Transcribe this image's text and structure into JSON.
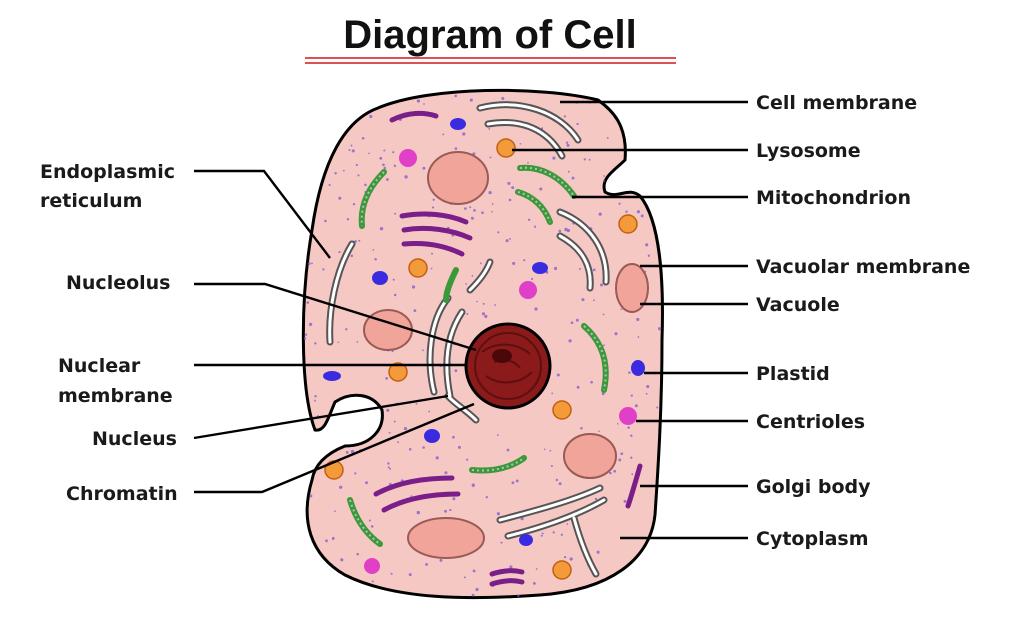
{
  "title": "Diagram of Cell",
  "colors": {
    "cytoplasm": "#f6c8c4",
    "nucleus": "#8b1a1a",
    "nucleus_dark": "#5e0f0f",
    "mitochondrion": "#3a9a3a",
    "golgi": "#7a1f8a",
    "plastid": "#3b2be0",
    "lysosome": "#f39a3a",
    "vacuole": "#f0a49a",
    "centriole": "#e040c8",
    "title_underline": "#e05050"
  },
  "labels": {
    "endoplasmic_reticulum": [
      "Endoplasmic",
      "reticulum"
    ],
    "nucleolus": "Nucleolus",
    "nuclear_membrane": [
      "Nuclear",
      "membrane"
    ],
    "nucleus": "Nucleus",
    "chromatin": "Chromatin",
    "cell_membrane": "Cell membrane",
    "lysosome": "Lysosome",
    "mitochondrion": "Mitochondrion",
    "vacuolar_membrane": "Vacuolar membrane",
    "vacuole": "Vacuole",
    "plastid": "Plastid",
    "centrioles": "Centrioles",
    "golgi_body": "Golgi body",
    "cytoplasm": "Cytoplasm"
  }
}
